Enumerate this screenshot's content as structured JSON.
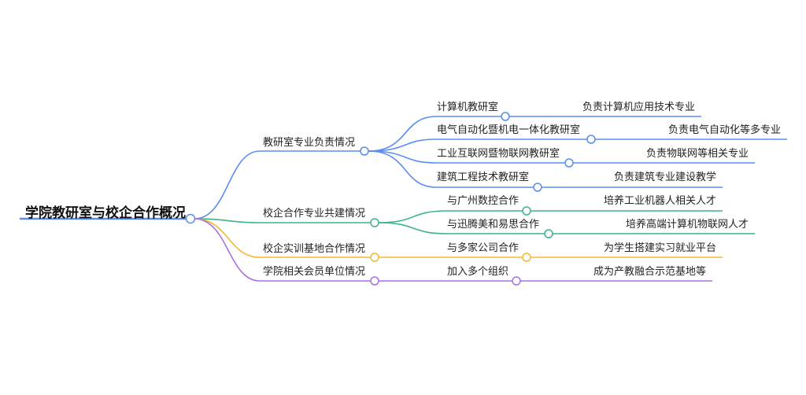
{
  "root": {
    "label": "学院教研室与校企合作概况"
  },
  "colors": {
    "blue": "#5a8df0",
    "green": "#3db389",
    "orange": "#f3b833",
    "purple": "#a870e0"
  },
  "branches": [
    {
      "label": "教研室专业负责情况",
      "children": [
        {
          "label": "计算机教研室",
          "leaf": "负责计算机应用技术专业"
        },
        {
          "label": "电气自动化暨机电一体化教研室",
          "leaf": "负责电气自动化等多专业"
        },
        {
          "label": "工业互联网暨物联网教研室",
          "leaf": "负责物联网等相关专业"
        },
        {
          "label": "建筑工程技术教研室",
          "leaf": "负责建筑专业建设教学"
        }
      ]
    },
    {
      "label": "校企合作专业共建情况",
      "children": [
        {
          "label": "与广州数控合作",
          "leaf": "培养工业机器人相关人才"
        },
        {
          "label": "与迅腾美和易思合作",
          "leaf": "培养高端计算机物联网人才"
        }
      ]
    },
    {
      "label": "校企实训基地合作情况",
      "children": [
        {
          "label": "与多家公司合作",
          "leaf": "为学生搭建实习就业平台"
        }
      ]
    },
    {
      "label": "学院相关会员单位情况",
      "children": [
        {
          "label": "加入多个组织",
          "leaf": "成为产教融合示范基地等"
        }
      ]
    }
  ]
}
